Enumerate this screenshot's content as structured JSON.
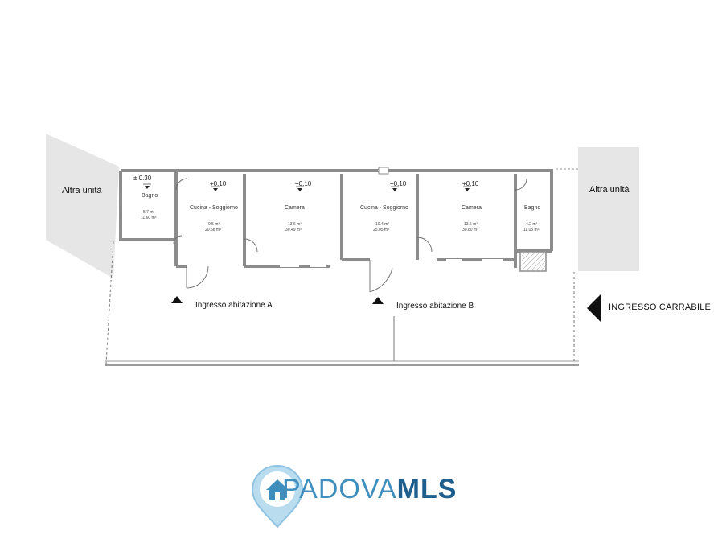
{
  "side_labels": {
    "left": "Altra unità",
    "right": "Altra unità"
  },
  "rooms": [
    {
      "name": "Bagno",
      "level": "± 0.30",
      "area": "5.7 m²",
      "volume": "11.60 m³"
    },
    {
      "name": "Cucina - Soggiorno",
      "level": "+0.10",
      "area": "9.5 m²",
      "volume": "20.58 m³"
    },
    {
      "name": "Camera",
      "level": "+0.10",
      "area": "13.6 m²",
      "volume": "30.49 m³"
    },
    {
      "name": "Cucina - Soggiorno",
      "level": "+0.10",
      "area": "10.4 m²",
      "volume": "25.05 m³"
    },
    {
      "name": "Camera",
      "level": "+0.10",
      "area": "13.5 m²",
      "volume": "30.80 m³"
    },
    {
      "name": "Bagno",
      "area": "4.2 m²",
      "volume": "11.05 m³"
    }
  ],
  "entrances": {
    "a": "Ingresso abitazione A",
    "b": "Ingresso abitazione B",
    "carrabile": "INGRESSO CARRABILE"
  },
  "logo": {
    "part1": "PADOVA",
    "part2": "MLS",
    "icon": "home-pin-icon"
  },
  "colors": {
    "wall": "#8c8c8c",
    "wall_fill": "#b5b5b5",
    "hatch": "#cfcfcf",
    "logo_light": "#3f8fbe",
    "logo_dark": "#1f5f8e"
  }
}
